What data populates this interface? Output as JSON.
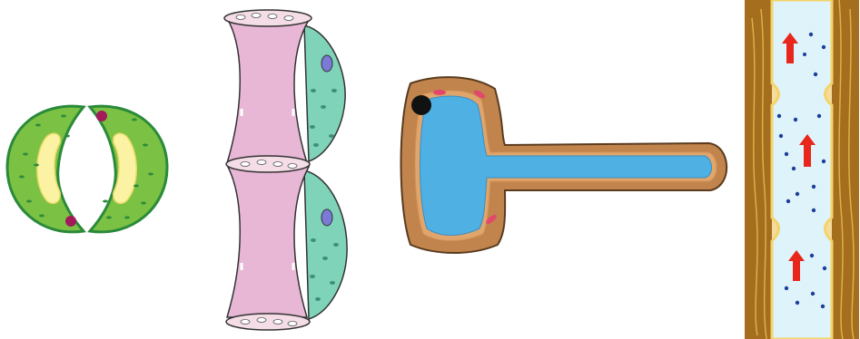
{
  "figure": {
    "panels": [
      {
        "id": "guard-cells",
        "icon": "stomata-guard-cells-icon"
      },
      {
        "id": "sieve-tube-companion",
        "icon": "sieve-tube-and-companion-cell-icon"
      },
      {
        "id": "root-hair-cell",
        "icon": "root-hair-cell-icon"
      },
      {
        "id": "xylem-vessel",
        "icon": "xylem-vessel-water-flow-icon"
      }
    ]
  },
  "colors": {
    "guard_cell_green": "#7bc143",
    "guard_cell_wall": "#2a8a3a",
    "vacuole_yellow": "#fbf3a3",
    "nucleus_purple": "#a31a5a",
    "sieve_pink": "#e8b7d6",
    "sieve_plate": "#f4dde6",
    "companion_teal": "#7fd3b8",
    "companion_nucleus": "#7b7ad6",
    "root_wall_brown": "#c1844c",
    "root_vacuole_blue": "#4fb0e4",
    "xylem_wall_tan": "#f5dc9a",
    "xylem_lumen": "#dff3fb",
    "flow_arrow_red": "#e8261c",
    "water_dot_navy": "#1c3f9c"
  }
}
